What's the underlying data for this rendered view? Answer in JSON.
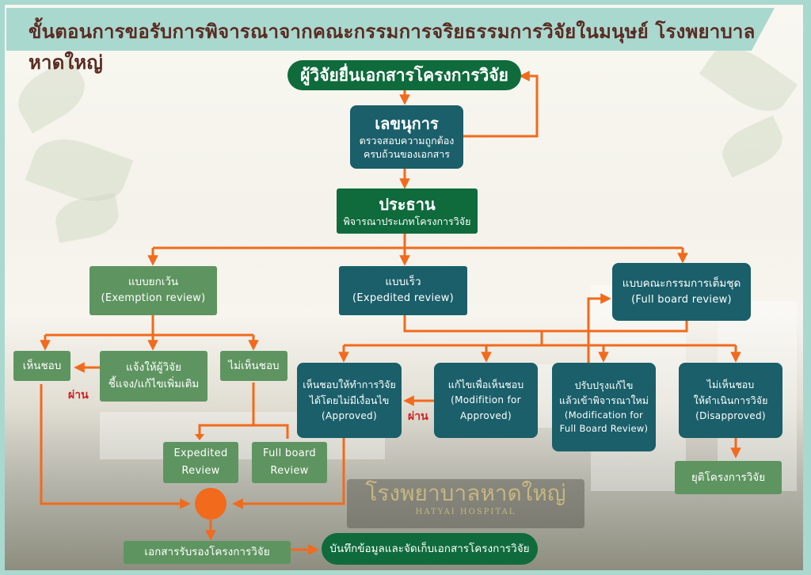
{
  "title": "ขั้นตอนการขอรับการพิจารณาจากคณะกรรมการจริยธรรมการวิจัยในมนุษย์ โรงพยาบาลหาดใหญ่",
  "colors": {
    "title_bar": "#a9d8cf",
    "title_text": "#5a2b22",
    "dark_green": "#0f6b3c",
    "teal": "#1a5f6a",
    "light_green": "#5e9460",
    "arrow": "#f26a1b",
    "pass_label": "#d21e1e"
  },
  "nodes": {
    "submit": {
      "label": "ผู้วิจัยยื่นเอกสารโครงการวิจัย"
    },
    "secretary": {
      "title": "เลขนุการ",
      "line1": "ตรวจสอบความถูกต้อง",
      "line2": "ครบถ้วนของเอกสาร"
    },
    "chair": {
      "title": "ประธาน",
      "line1": "พิจารณาประเภทโครงการวิจัย"
    },
    "exemption": {
      "line1": "แบบยกเว้น",
      "line2": "(Exemption review)"
    },
    "expedited": {
      "line1": "แบบเร็ว",
      "line2": "(Expedited review)"
    },
    "fullboard": {
      "line1": "แบบคณะกรรมการเต็มชุด",
      "line2": "(Full board review)"
    },
    "ex_approve": {
      "label": "เห็นชอบ"
    },
    "ex_clarify": {
      "line1": "แจ้งให้ผู้วิจัย",
      "line2": "ชี้แจง/แก้ไขเพิ่มเติม"
    },
    "ex_disapprove": {
      "label": "ไม่เห็นชอบ"
    },
    "approved": {
      "line1": "เห็นชอบให้ทำการวิจัย",
      "line2": "ได้โดยไม่มีเงื่อนไข",
      "line3": "(Approved)"
    },
    "mod_approved": {
      "line1": "แก้ไขเพื่อเห็นชอบ",
      "line2": "(Modifition for",
      "line3": "Approved)"
    },
    "mod_fullboard": {
      "line1": "ปรับปรุงแก้ไข",
      "line2": "แล้วเข้าพิจารณาใหม่",
      "line3": "(Modification for",
      "line4": "Full Board Review)"
    },
    "disapproved": {
      "line1": "ไม่เห็นชอบ",
      "line2": "ให้ดำเนินการวิจัย",
      "line3": "(Disapproved)"
    },
    "re_expedited": {
      "line1": "Expedited",
      "line2": "Review"
    },
    "re_fullboard": {
      "line1": "Full board",
      "line2": "Review"
    },
    "terminate": {
      "label": "ยุติโครงการวิจัย"
    },
    "certificate": {
      "label": "เอกสารรับรองโครงการวิจัย"
    },
    "archive": {
      "label": "บันทึกข้อมูลและจัดเก็บเอกสารโครงการวิจัย"
    }
  },
  "pass_labels": [
    "ผ่าน",
    "ผ่าน"
  ],
  "background_sign": {
    "thai": "โรงพยาบาลหาดใหญ่",
    "english": "HATYAI HOSPITAL"
  }
}
